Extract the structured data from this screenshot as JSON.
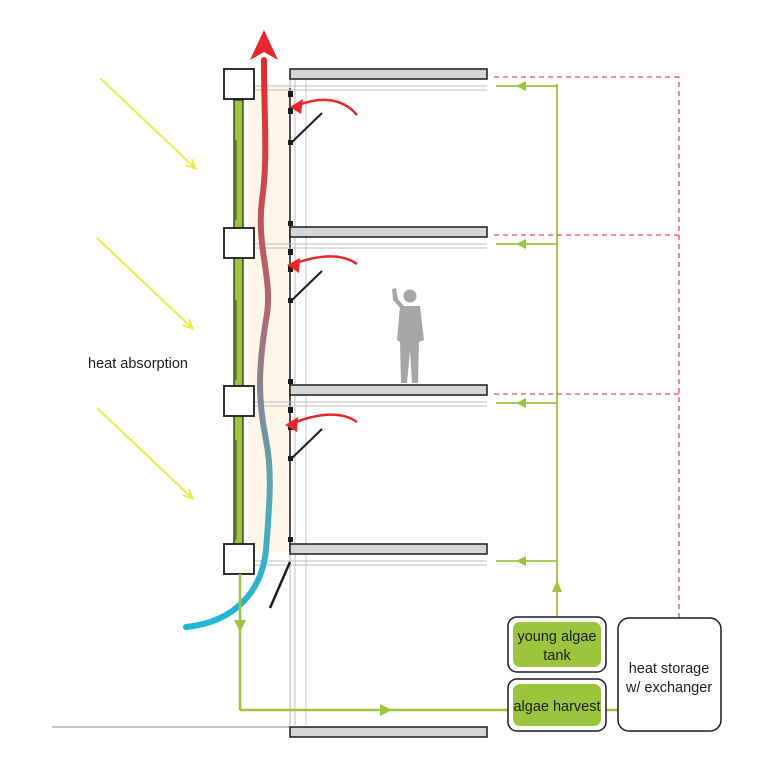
{
  "diagram": {
    "labels": {
      "heat_absorption": "heat absorption"
    },
    "boxes": {
      "young_algae_tank": {
        "line1": "young algae",
        "line2": "tank"
      },
      "algae_harvest": {
        "text": "algae harvest"
      },
      "heat_storage": {
        "line1": "heat storage",
        "line2": "w/ exchanger"
      }
    },
    "colors": {
      "algae_green": "#9bc53d",
      "algae_green_dark": "#7fae2a",
      "heat_red": "#e8262b",
      "cool_cyan": "#22b5d0",
      "sun_yellow": "#e9ea3a",
      "facade_fill": "#fdf6e8",
      "slab_gray": "#d6d6d6",
      "person_gray": "#a6a6a6"
    }
  }
}
